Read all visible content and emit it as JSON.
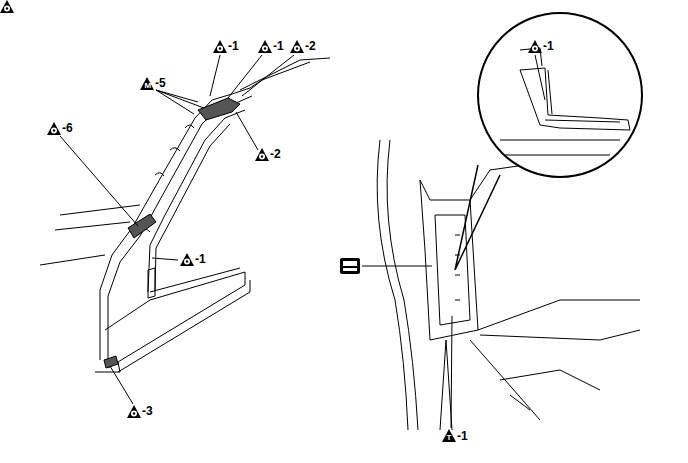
{
  "diagram": {
    "labels": [
      "-1",
      "-1",
      "-2",
      "M",
      "-5",
      "-2",
      "-6",
      "-1",
      "-3",
      "-1",
      "T",
      "-1"
    ]
  }
}
